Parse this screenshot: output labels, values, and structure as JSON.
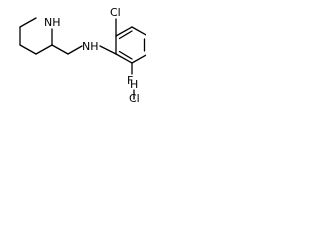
{
  "molecule": {
    "labels": {
      "nh_piperidine": "NH",
      "nh_amine": "NH",
      "chlorine": "Cl",
      "fluorine": "F",
      "hcl_cl": "Cl",
      "hcl_h": "H"
    },
    "colors": {
      "bond": "#000000",
      "text": "#000000",
      "background": "#ffffff"
    }
  }
}
